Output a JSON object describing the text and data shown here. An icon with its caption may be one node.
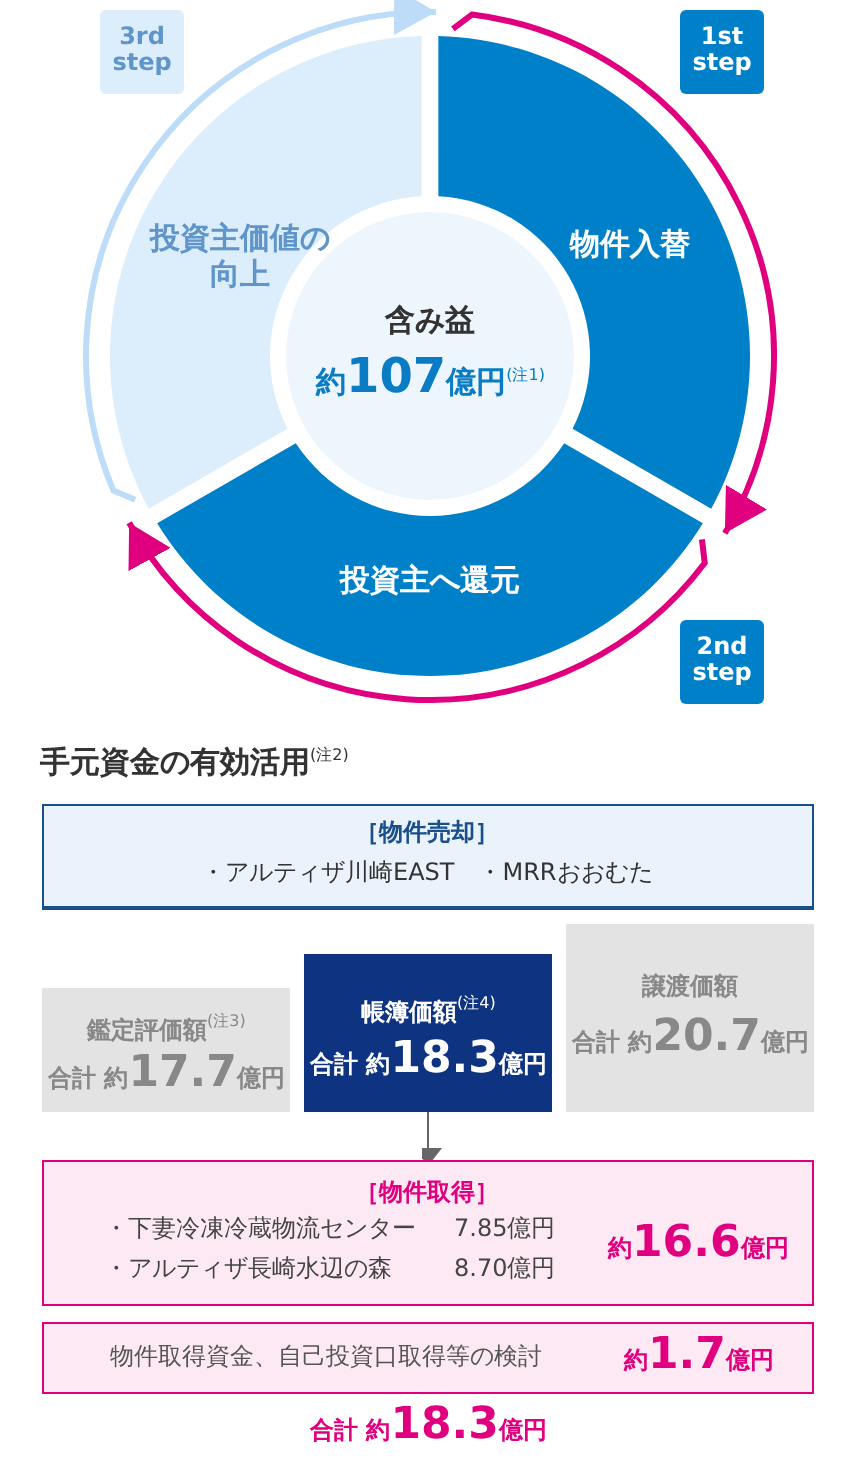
{
  "diagram": {
    "nodes": [
      {
        "text": [
          "含み益",
          "約**107**億円$^{(注1)}$"
        ]
      },
      {
        "text": [
          "物件入替"
        ]
      },
      {
        "text": [
          "投資主へ還元"
        ]
      },
      {
        "text": [
          "投資主価値の向上"
        ]
      },
      {
        "text": [
          "［物件売却］",
          "・アルティザ川崎EAST　・MRRおおむた"
        ]
      },
      {
        "text": [
          "鑑定評価額$^{(注3)}$",
          "合計 約**17.7**億円"
        ]
      },
      {
        "text": [
          "帳簿価額$^{(注4)}$",
          "合計 約**18.3**億円"
        ]
      },
      {
        "text": [
          "譲渡価額",
          "合計 約**20.7**億円"
        ]
      },
      {
        "text": [
          "［物件取得］",
          "・下妻冷凍冷蔵物流センター",
          "7.85億円",
          "・アルティザ長崎水辺の森",
          "8.70億円",
          "約**16.6**億円"
        ]
      },
      {
        "text": [
          "物件取得資金、自己投資口取得等の検討",
          "約**1.7**億円"
        ]
      }
    ],
    "edges": [
      {
        "from": 1,
        "to": 2,
        "arrow": "to"
      },
      {
        "from": 2,
        "to": 3,
        "arrow": "to"
      },
      {
        "from": 3,
        "to": 1,
        "arrow": "to",
        "color": "#bcdcf8"
      },
      {
        "from": 6,
        "to": 8,
        "arrow": "to",
        "color": "#666666"
      }
    ],
    "labels": [
      "3rd step",
      "1st step",
      "2nd step",
      "手元資金の有効活用$^{(注2)}$",
      "合計 約**18.3**億円"
    ]
  }
}
